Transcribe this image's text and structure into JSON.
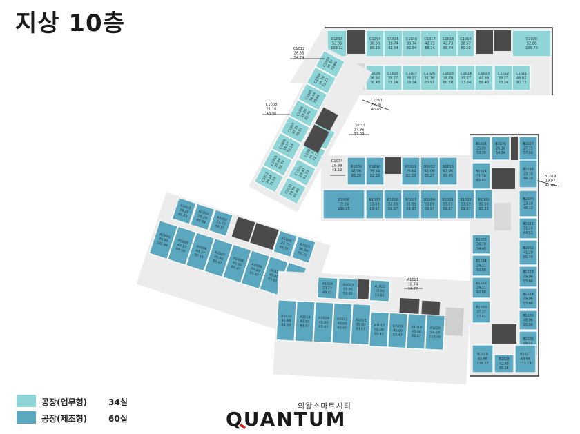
{
  "title": "지상 10층",
  "colors": {
    "office": "#8fd4d6",
    "manufacturing": "#5aa7bf",
    "core": "#4a4a4a",
    "circulation": "#ececec",
    "stroke": "#ffffff"
  },
  "legend": {
    "office": {
      "label": "공장(업무형)",
      "count": "34실"
    },
    "manufacturing": {
      "label": "공장(제조형)",
      "count": "60실"
    }
  },
  "brand": {
    "subtitle": "의왕스마트시티",
    "name": "QUANTUM"
  },
  "units_top": [
    {
      "id": "C1013",
      "a": "52.05",
      "b": "109.12"
    },
    {
      "id": "C1014",
      "a": "38.60",
      "b": "80.16"
    },
    {
      "id": "C1015",
      "a": "39.74",
      "b": "82.54"
    },
    {
      "id": "C1016",
      "a": "39.74",
      "b": "82.54"
    },
    {
      "id": "C1017",
      "a": "42.73",
      "b": "88.74"
    },
    {
      "id": "C1018",
      "a": "42.73",
      "b": "88.74"
    },
    {
      "id": "C1019",
      "a": "38.57",
      "b": "80.10"
    },
    {
      "id": "C1020",
      "a": "52.86",
      "b": "109.79"
    }
  ],
  "units_top2": [
    {
      "id": "C1029",
      "a": "36.80",
      "b": "76.43"
    },
    {
      "id": "C1028",
      "a": "35.27",
      "b": "73.24"
    },
    {
      "id": "C1027",
      "a": "35.27",
      "b": "73.24"
    },
    {
      "id": "C1026",
      "a": "31.76",
      "b": "65.97"
    },
    {
      "id": "C1025",
      "a": "38.76",
      "b": "80.50"
    },
    {
      "id": "C1024",
      "a": "35.27",
      "b": "73.24"
    },
    {
      "id": "C1023",
      "a": "42.56",
      "b": "88.40"
    },
    {
      "id": "C1022",
      "a": "35.27",
      "b": "73.24"
    },
    {
      "id": "C1021",
      "a": "46.02",
      "b": "90.73"
    }
  ],
  "callouts": [
    {
      "id": "C1012",
      "a": "26.35",
      "b": "54.74"
    },
    {
      "id": "C1008",
      "a": "21.16",
      "b": "43.96"
    },
    {
      "id": "C1030",
      "a": "22.36",
      "b": "46.45"
    },
    {
      "id": "C1032",
      "a": "17.96",
      "b": "37.29"
    },
    {
      "id": "C1034",
      "a": "19.99",
      "b": "41.52"
    },
    {
      "id": "B1019",
      "a": "19.97",
      "b": "41.48"
    },
    {
      "id": "A1021",
      "a": "16.74",
      "b": "34.77"
    }
  ],
  "units_diag_outer": [
    {
      "id": "C1011",
      "a": "34.24",
      "b": "71.10"
    },
    {
      "id": "C1010",
      "a": "39.84",
      "b": "82.74"
    },
    {
      "id": "C1009",
      "a": "34.73",
      "b": "72.13"
    },
    {
      "id": "C1007",
      "a": "37.95",
      "b": "78.81"
    },
    {
      "id": "C1006",
      "a": "39.84",
      "b": "82.74"
    },
    {
      "id": "C1005",
      "a": "38.44",
      "b": "79.84"
    },
    {
      "id": "C1004",
      "a": "34.78",
      "b": "72.23"
    },
    {
      "id": "C1003",
      "a": "35.57",
      "b": "73.86"
    }
  ],
  "units_diag_inner": [
    {
      "id": "C1031",
      "a": "29.56",
      "b": "61.40"
    },
    {
      "id": "C1033",
      "a": "29.42",
      "b": "61.13"
    },
    {
      "id": "C1002",
      "a": "34.73",
      "b": "72.13"
    },
    {
      "id": "C1001",
      "a": "32.08",
      "b": "66.62"
    }
  ],
  "units_b_top": [
    {
      "id": "B1009",
      "a": "41.06",
      "b": "85.28"
    },
    {
      "id": "B1010",
      "a": "39.64",
      "b": "82.33"
    },
    {
      "id": "B1011",
      "a": "39.64",
      "b": "82.33"
    },
    {
      "id": "B1012",
      "a": "41.06",
      "b": "85.27"
    },
    {
      "id": "B1013",
      "a": "43.06",
      "b": "89.45"
    }
  ],
  "units_b_row": [
    {
      "id": "B1008",
      "a": "72.24",
      "b": "150.05"
    },
    {
      "id": "B1007",
      "a": "33.69",
      "b": "69.97"
    },
    {
      "id": "B1006",
      "a": "33.69",
      "b": "69.97"
    },
    {
      "id": "B1005",
      "a": "33.69",
      "b": "69.97"
    },
    {
      "id": "B1004",
      "a": "33.69",
      "b": "69.97"
    },
    {
      "id": "B1003",
      "a": "33.69",
      "b": "69.97"
    },
    {
      "id": "B1002",
      "a": "33.69",
      "b": "69.97"
    },
    {
      "id": "B1001",
      "a": "30.50",
      "b": "63.33"
    }
  ],
  "units_b_right": [
    {
      "id": "B1015",
      "a": "25.89",
      "b": "53.78"
    },
    {
      "id": "B1016",
      "a": "26.16",
      "b": "54.34"
    },
    {
      "id": "B1017",
      "a": "27.75",
      "b": "57.63"
    },
    {
      "id": "B1014",
      "a": "31.50",
      "b": "65.43"
    },
    {
      "id": "B1018",
      "a": "23.16",
      "b": "48.10"
    },
    {
      "id": "B1020",
      "a": "23.16",
      "b": "48.10"
    },
    {
      "id": "B1021",
      "a": "31.24",
      "b": "64.52"
    },
    {
      "id": "B1035",
      "a": "26.19",
      "b": "54.40"
    },
    {
      "id": "B1022",
      "a": "41.29",
      "b": "85.76"
    },
    {
      "id": "B1034",
      "a": "29.21",
      "b": "60.68"
    },
    {
      "id": "B1023",
      "a": "46.06",
      "b": "95.66"
    },
    {
      "id": "B1033",
      "a": "29.21",
      "b": "60.68"
    },
    {
      "id": "B1024",
      "a": "46.06",
      "b": "95.66"
    },
    {
      "id": "B1032",
      "a": "29.21",
      "b": "60.68"
    },
    {
      "id": "B1025",
      "a": "46.06",
      "b": "95.66"
    },
    {
      "id": "B1030",
      "a": "37.27",
      "b": "77.41"
    },
    {
      "id": "B1026",
      "a": "89.55",
      "b": "186.00"
    },
    {
      "id": "B1029",
      "a": "55.98",
      "b": "116.27"
    },
    {
      "id": "B1028",
      "a": "42.49",
      "b": "88.24"
    },
    {
      "id": "B1027",
      "a": "63.64",
      "b": "132.19"
    }
  ],
  "units_a_upper": [
    {
      "id": "A1003",
      "a": "29.29",
      "b": "60.83"
    },
    {
      "id": "A1002",
      "a": "29.29",
      "b": "60.84"
    },
    {
      "id": "A1001",
      "a": "23.77",
      "b": "49.37"
    },
    {
      "id": "A1026",
      "a": "23.77",
      "b": "49.37"
    },
    {
      "id": "A1025",
      "a": "36.94",
      "b": "76.71"
    },
    {
      "id": "A1024",
      "a": "23.77",
      "b": "49.37"
    },
    {
      "id": "A1023",
      "a": "25.91",
      "b": "53.82"
    },
    {
      "id": "A1022",
      "a": "25.91",
      "b": "53.82"
    }
  ],
  "units_a_mid": [
    {
      "id": "A1004",
      "a": "49.54",
      "b": "102.86"
    },
    {
      "id": "A1005",
      "a": "43.11",
      "b": "89.54"
    },
    {
      "id": "A1006",
      "a": "44.37",
      "b": "92.15"
    },
    {
      "id": "A1007",
      "a": "45.00",
      "b": "93.47"
    },
    {
      "id": "A1008",
      "a": "45.00",
      "b": "93.47"
    },
    {
      "id": "A1009",
      "a": "45.00",
      "b": "93.47"
    },
    {
      "id": "A1010",
      "a": "45.00",
      "b": "93.47"
    },
    {
      "id": "A1011",
      "a": "46.67",
      "b": "96.93"
    }
  ],
  "units_a_lower": [
    {
      "id": "A1012",
      "a": "41.69",
      "b": "86.59"
    },
    {
      "id": "A1013",
      "a": "45.00",
      "b": "93.47"
    },
    {
      "id": "A1014",
      "a": "45.00",
      "b": "93.47"
    },
    {
      "id": "A1015",
      "a": "45.00",
      "b": "93.47"
    },
    {
      "id": "A1016",
      "a": "45.00",
      "b": "93.47"
    },
    {
      "id": "A1017",
      "a": "45.00",
      "b": "93.47"
    },
    {
      "id": "A1018",
      "a": "45.00",
      "b": "93.47"
    },
    {
      "id": "A1019",
      "a": "45.00",
      "b": "93.47"
    },
    {
      "id": "A1020",
      "a": "54.63",
      "b": "113.49"
    }
  ]
}
